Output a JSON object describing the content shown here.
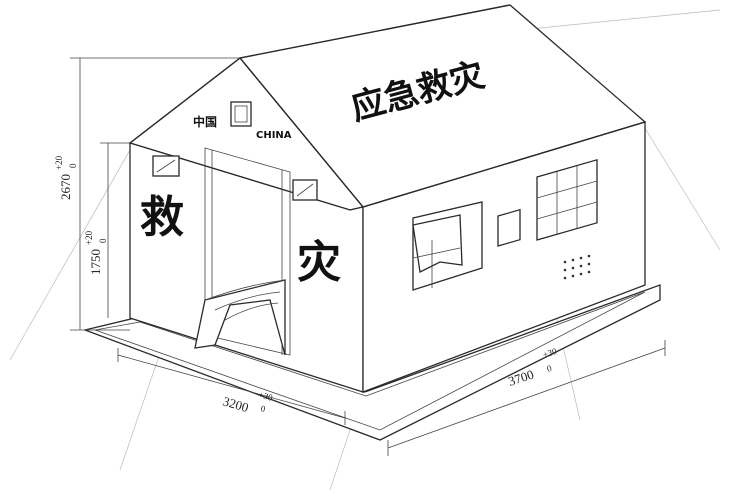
{
  "gable": {
    "left_text": "中国",
    "right_text": "CHINA"
  },
  "roof": {
    "text": "应急救灾"
  },
  "front_wall": {
    "char_left": "救",
    "char_right": "灾"
  },
  "dimensions": {
    "total_height": "2670",
    "total_height_tol": "+20",
    "total_height_tol2": "0",
    "wall_height": "1750",
    "wall_height_tol": "+20",
    "wall_height_tol2": "0",
    "width": "3200",
    "width_tol": "+30",
    "width_tol2": "0",
    "length": "3700",
    "length_tol": "+30",
    "length_tol2": "0"
  }
}
